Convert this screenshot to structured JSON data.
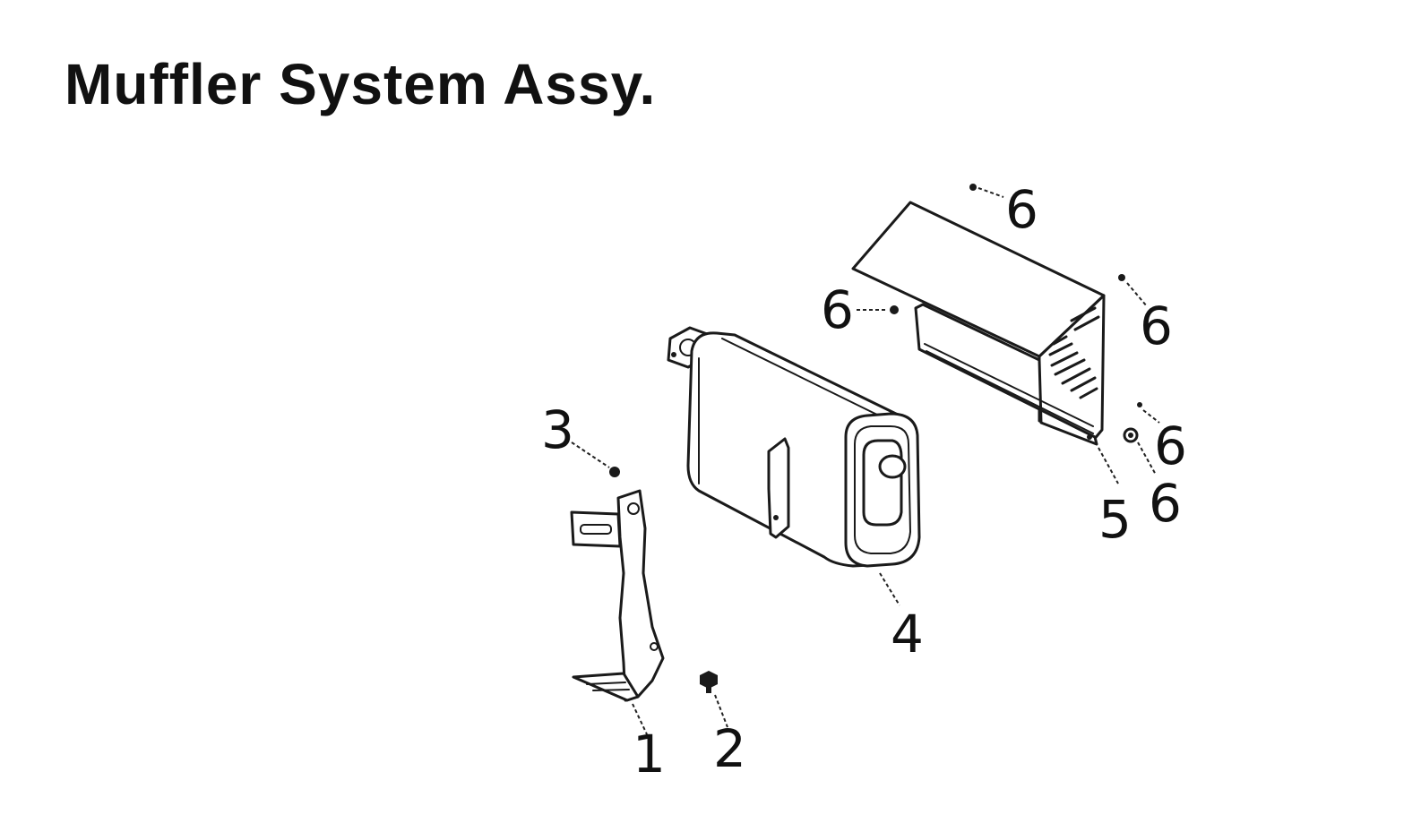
{
  "title": "Muffler System Assy.",
  "callouts": {
    "c1": "1",
    "c2": "2",
    "c3": "3",
    "c4": "4",
    "c5": "5",
    "c6_top": "6",
    "c6_left": "6",
    "c6_right_upper": "6",
    "c6_right_mid": "6",
    "c6_right_lower": "6"
  },
  "parts": [
    {
      "id": "1",
      "name": "bracket"
    },
    {
      "id": "2",
      "name": "bolt"
    },
    {
      "id": "3",
      "name": "bolt"
    },
    {
      "id": "4",
      "name": "muffler"
    },
    {
      "id": "5",
      "name": "muffler-cover"
    },
    {
      "id": "6",
      "name": "screw"
    }
  ],
  "colors": {
    "ink": "#111111",
    "background": "#ffffff"
  }
}
